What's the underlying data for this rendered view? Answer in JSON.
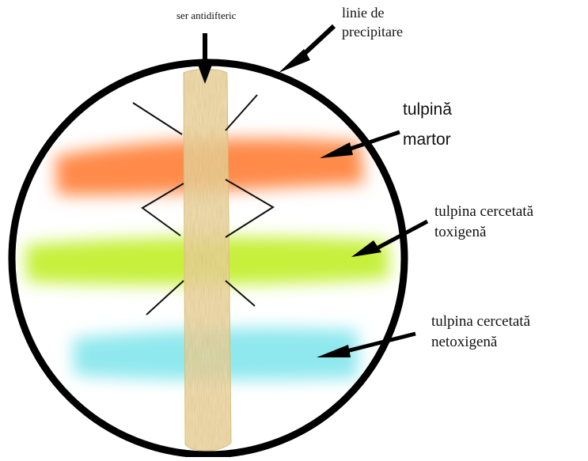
{
  "labels": {
    "serum": "ser antidifteric",
    "precipitation_line_1": "linie de",
    "precipitation_line_2": "precipitare",
    "control_1": "tulpină",
    "control_2": "martor",
    "toxigenic_1": "tulpina cercetată",
    "toxigenic_2": "toxigenă",
    "nontoxigenic_1": "tulpina cercetată",
    "nontoxigenic_2": "netoxigenă"
  },
  "colors": {
    "dish_rim": "#000000",
    "serum_strip": "#f2d9a0",
    "control_strain": "#ff8a4a",
    "toxigenic_strain": "#c6f03a",
    "nontoxigenic_strain": "#8fe8ee",
    "arrows": "#000000"
  },
  "icons": {
    "arrow": "pointer-arrow"
  }
}
